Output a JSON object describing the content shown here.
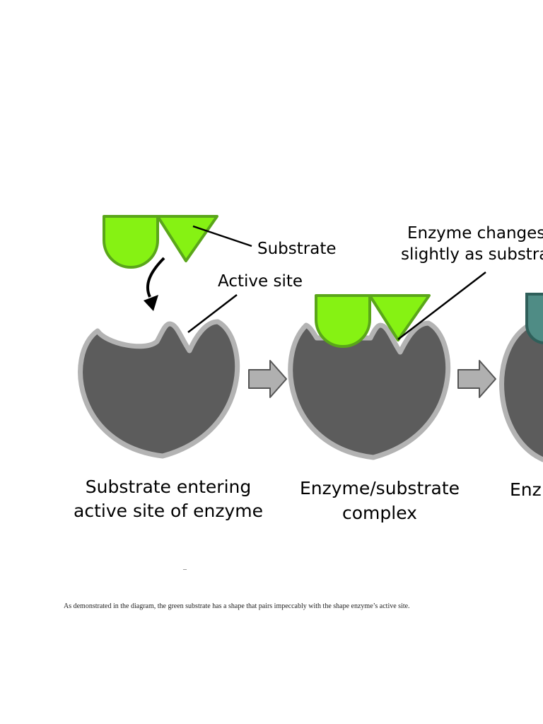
{
  "labels": {
    "substrate": "Substrate",
    "active_site": "Active site",
    "enzyme_changes_line1": "Enzyme changes",
    "enzyme_changes_line2": "slightly as substrat",
    "stage1_line1": "Substrate entering",
    "stage1_line2": "active site of enzyme",
    "stage2_line1": "Enzyme/substrate",
    "stage2_line2": "complex",
    "stage3_line1": "Enz"
  },
  "footer": {
    "dash": "–",
    "caption": "As demonstrated in the diagram, the green substrate has a shape that pairs impeccably with the shape enzyme’s active site."
  },
  "colors": {
    "enzyme_fill": "#5c5c5c",
    "enzyme_outline": "#b3b3b3",
    "substrate_fill": "#86f213",
    "substrate_outline": "#5aa61a",
    "product_fill": "#4f8c85",
    "product_outline": "#2f5f5a",
    "arrow_fill": "#b0b0b0",
    "arrow_outline": "#555555"
  }
}
